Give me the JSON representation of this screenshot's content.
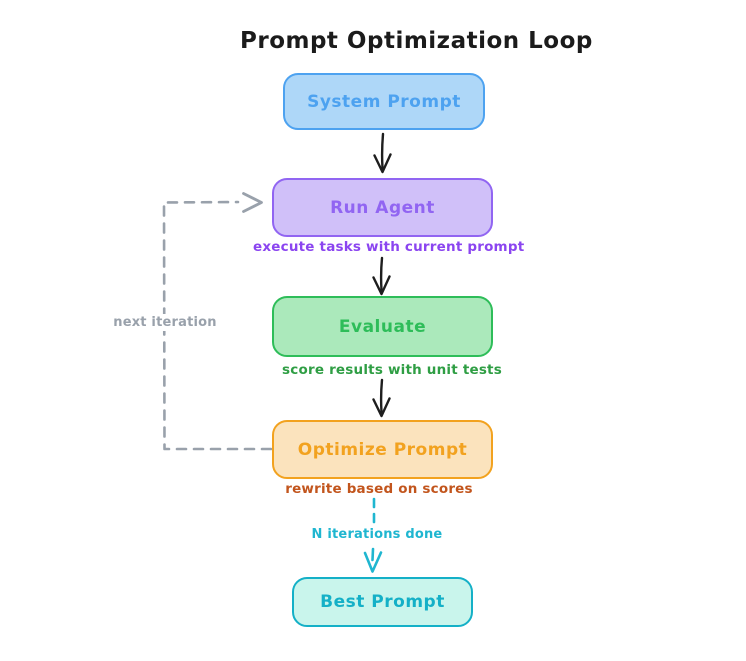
{
  "title": "Prompt Optimization Loop",
  "nodes": [
    {
      "id": "system-prompt",
      "label": "System Prompt",
      "fill": "#aed7f8",
      "stroke": "#4da2f0"
    },
    {
      "id": "run-agent",
      "label": "Run Agent",
      "fill": "#d0c0f9",
      "stroke": "#9165f2",
      "annotation": "execute tasks with current prompt",
      "annotation_color": "#8b45f0"
    },
    {
      "id": "evaluate",
      "label": "Evaluate",
      "fill": "#abe9bb",
      "stroke": "#2ebd59",
      "annotation": "score results with unit tests",
      "annotation_color": "#2f9e44"
    },
    {
      "id": "optimize-prompt",
      "label": "Optimize Prompt",
      "fill": "#fbe3bd",
      "stroke": "#f2a21f",
      "annotation": "rewrite based on scores",
      "annotation_color": "#c2551d"
    },
    {
      "id": "best-prompt",
      "label": "Best Prompt",
      "fill": "#c9f5ec",
      "stroke": "#14b0c7"
    }
  ],
  "edges": [
    {
      "from": "system-prompt",
      "to": "run-agent",
      "style": "solid",
      "color": "#1e1e1e",
      "label": ""
    },
    {
      "from": "run-agent",
      "to": "evaluate",
      "style": "solid",
      "color": "#1e1e1e",
      "label": ""
    },
    {
      "from": "evaluate",
      "to": "optimize-prompt",
      "style": "solid",
      "color": "#1e1e1e",
      "label": ""
    },
    {
      "from": "optimize-prompt",
      "to": "best-prompt",
      "style": "dashed",
      "color": "#1fb6d0",
      "label": "N iterations done"
    },
    {
      "from": "optimize-prompt",
      "to": "run-agent",
      "style": "dashed",
      "color": "#99a1ab",
      "label": "next iteration"
    }
  ]
}
